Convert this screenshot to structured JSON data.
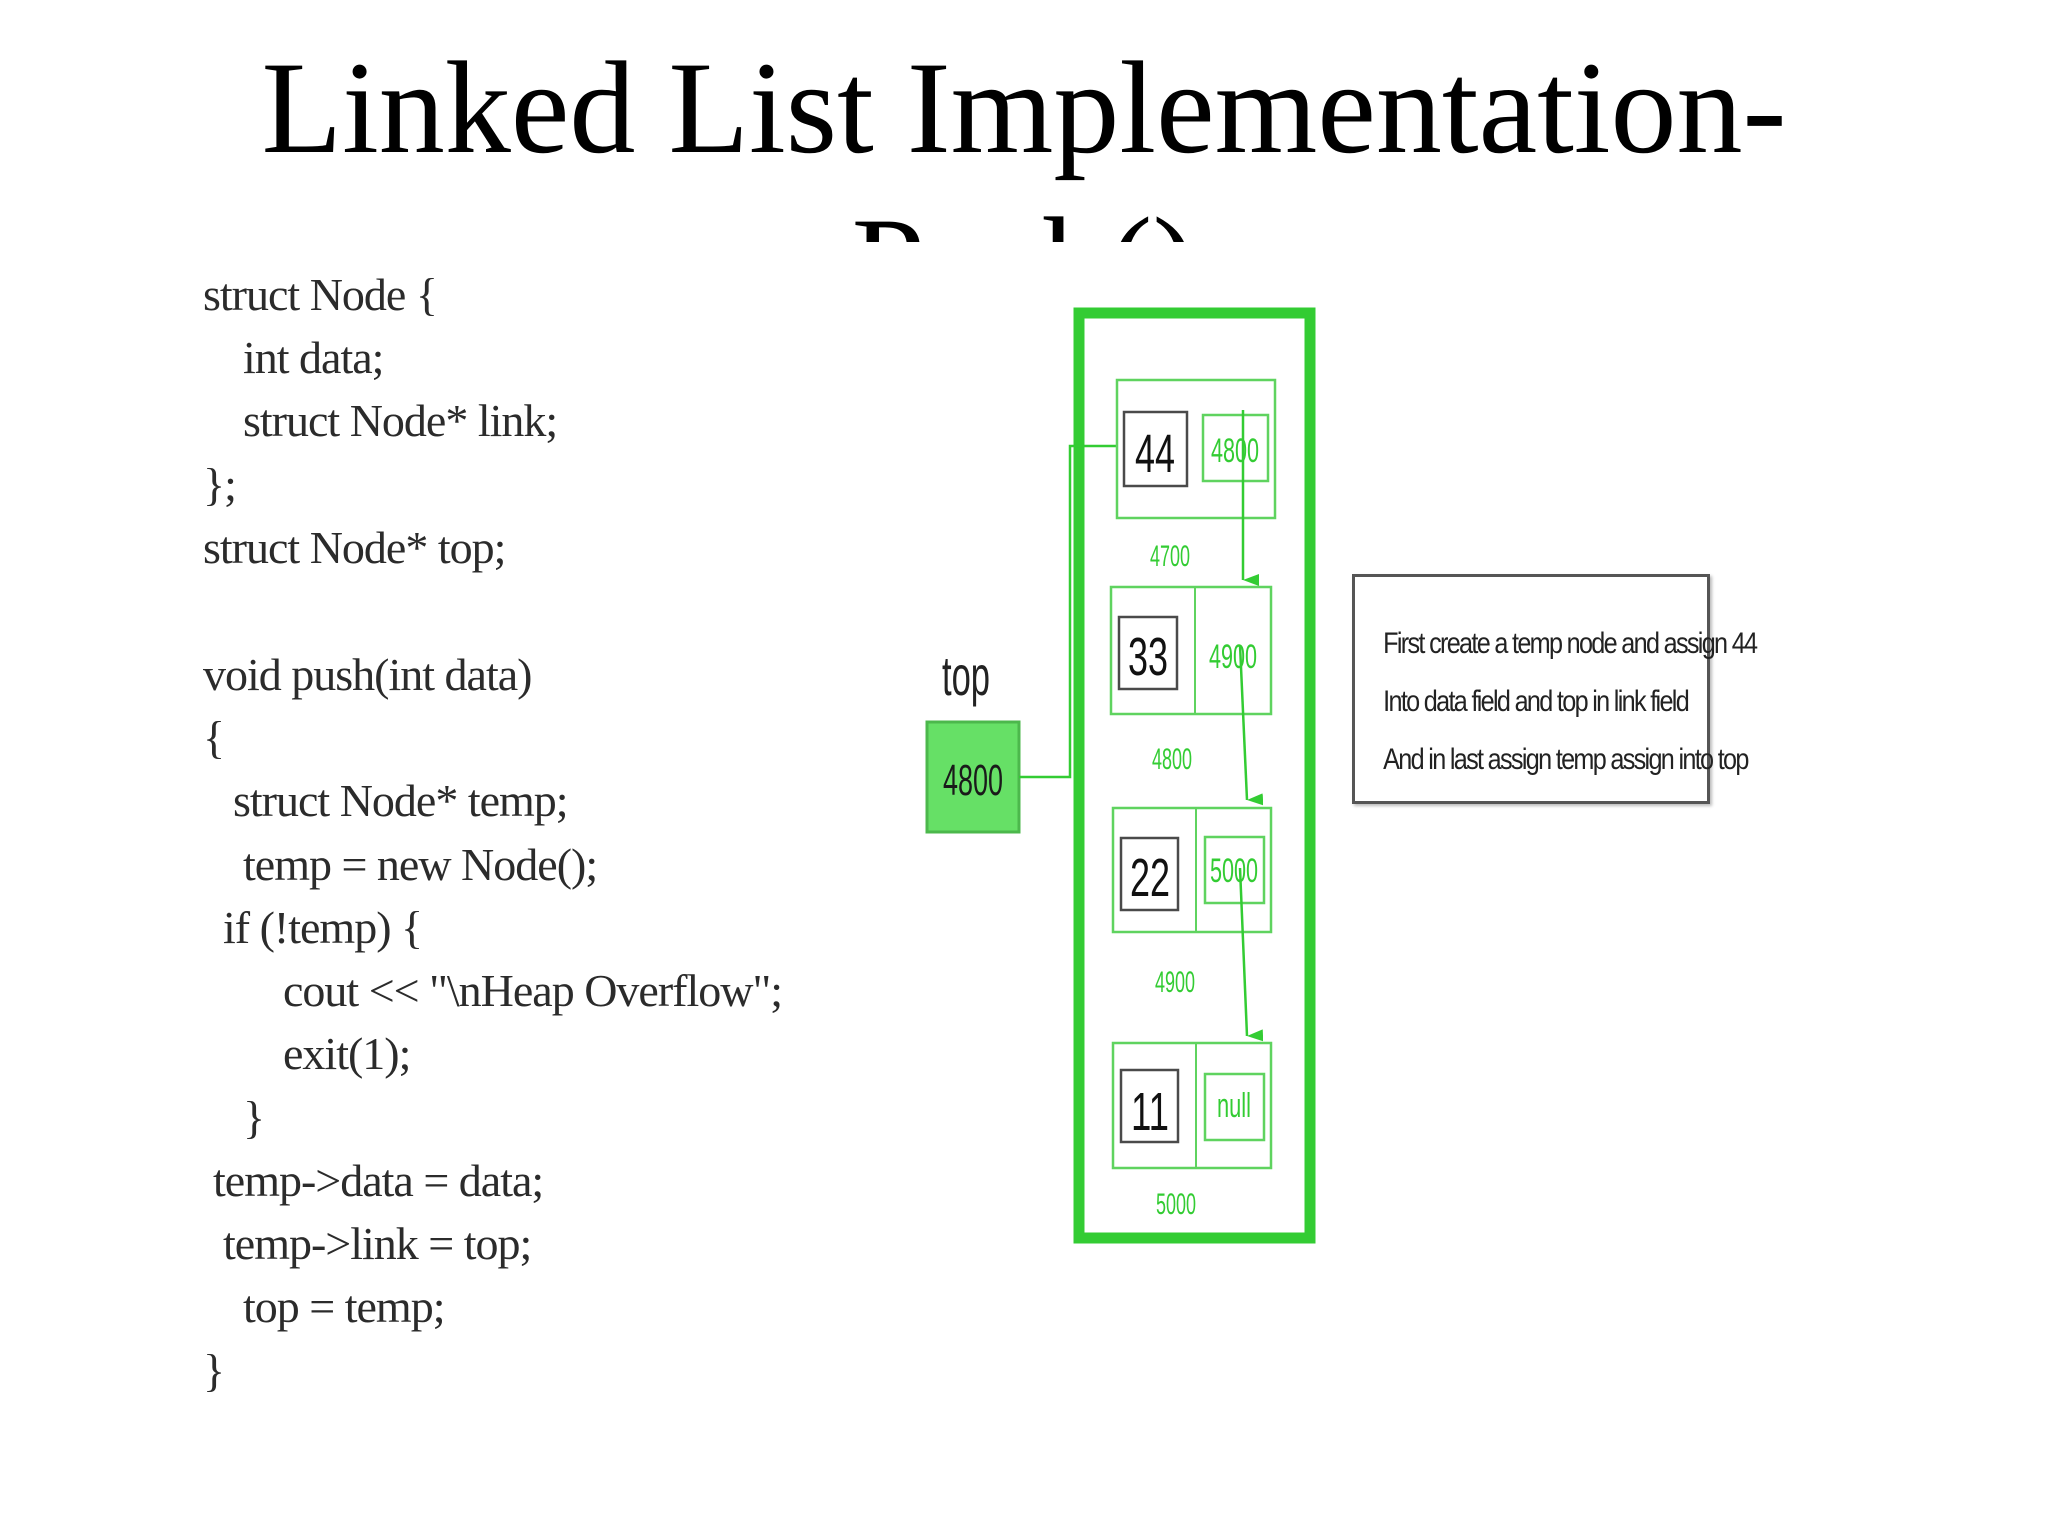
{
  "slide": {
    "title_line1": "Linked List Implementation-",
    "title_line2": "Push()"
  },
  "code": {
    "lines": [
      "struct Node {",
      "int data;",
      "struct Node* link;",
      "};",
      "struct Node* top;",
      "void push(int data)",
      "{",
      "struct Node* temp;",
      "temp = new Node();",
      "if (!temp) {",
      "cout << \"\\nHeap Overflow\";",
      "exit(1);",
      "}",
      "temp->data = data;",
      "temp->link = top;",
      "top = temp;",
      "}"
    ]
  },
  "diagram": {
    "top_label": "top",
    "top_value": "4800",
    "nodes": [
      {
        "data": "44",
        "link": "4800",
        "address": "4700"
      },
      {
        "data": "33",
        "link": "4900",
        "address": "4800"
      },
      {
        "data": "22",
        "link": "5000",
        "address": "4900"
      },
      {
        "data": "11",
        "link": "null",
        "address": "5000"
      }
    ],
    "colors": {
      "accent": "#33cc33",
      "top_fill": "#66e066",
      "node_border": "#5fd35f"
    }
  },
  "note": {
    "lines": [
      "First create a temp node and assign 44",
      "Into data field and top in link field",
      "And in last assign temp assign into top"
    ]
  }
}
